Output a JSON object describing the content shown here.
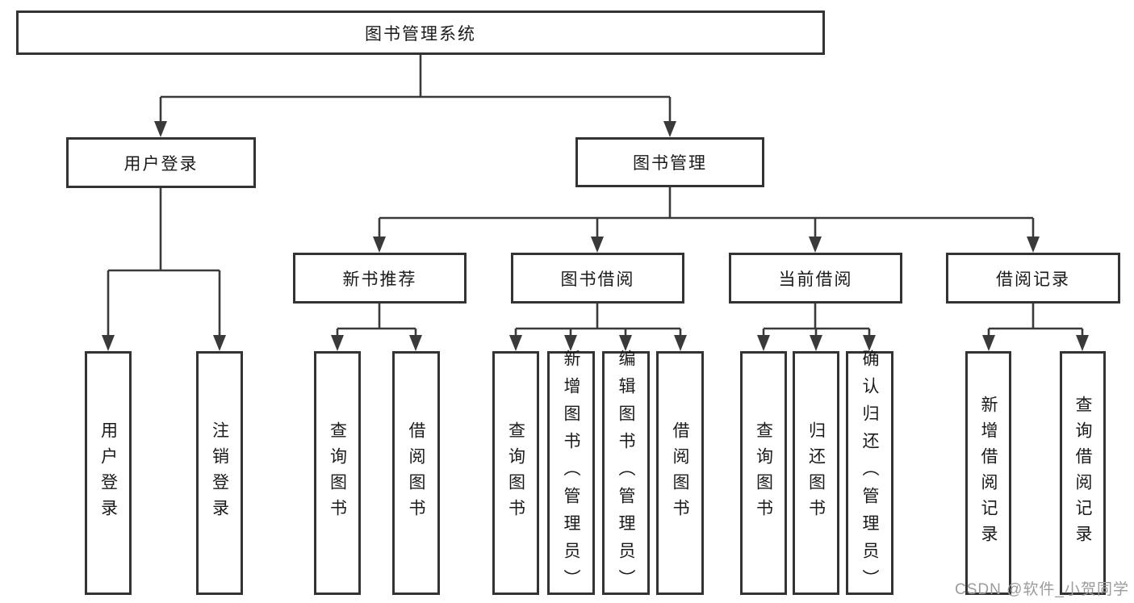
{
  "diagram_title": "图书管理系统",
  "tree": {
    "root": {
      "label": "图书管理系统"
    },
    "children": [
      {
        "label": "用户登录",
        "children": [
          {
            "label": "用户登录"
          },
          {
            "label": "注销登录"
          }
        ]
      },
      {
        "label": "图书管理",
        "children": [
          {
            "label": "新书推荐",
            "children": [
              {
                "label": "查询图书"
              },
              {
                "label": "借阅图书"
              }
            ]
          },
          {
            "label": "图书借阅",
            "children": [
              {
                "label": "查询图书"
              },
              {
                "label": "新增图书（管理员）"
              },
              {
                "label": "编辑图书（管理员）"
              },
              {
                "label": "借阅图书"
              }
            ]
          },
          {
            "label": "当前借阅",
            "children": [
              {
                "label": "查询图书"
              },
              {
                "label": "归还图书"
              },
              {
                "label": "确认归还（管理员）"
              }
            ]
          },
          {
            "label": "借阅记录",
            "children": [
              {
                "label": "新增借阅记录"
              },
              {
                "label": "查询借阅记录"
              }
            ]
          }
        ]
      }
    ]
  },
  "watermark": {
    "text": "CSDN @软件_小贺同学"
  },
  "colors": {
    "line": "#3a3a3a",
    "border": "#333333",
    "text": "#1a1a1a",
    "watermark": "#9b9b9b",
    "background": "#ffffff"
  }
}
